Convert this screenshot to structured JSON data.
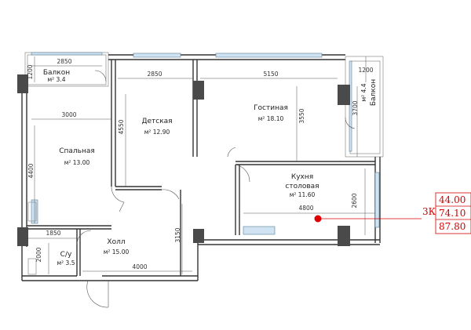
{
  "rooms": [
    {
      "id": "balcony-left",
      "name": "Балкон",
      "area": "м² 3.4"
    },
    {
      "id": "children",
      "name": "Детская",
      "area": "м² 12.90"
    },
    {
      "id": "living",
      "name": "Гостиная",
      "area": "м² 18.10"
    },
    {
      "id": "bedroom",
      "name": "Спальная",
      "area": "м² 13.00"
    },
    {
      "id": "kitchen",
      "name1": "Кухня",
      "name2": "столовая",
      "area": "м² 11.60"
    },
    {
      "id": "hall",
      "name": "Холл",
      "area": "м² 15.00"
    },
    {
      "id": "bathroom",
      "name": "С/у",
      "area": "м² 3.5"
    },
    {
      "id": "balcony-right",
      "name": "Балкон",
      "area": "м² 4.4"
    }
  ],
  "dimensions": {
    "d2850_top": "2850",
    "d1200_left": "1200",
    "d2850_child": "2850",
    "d5150": "5150",
    "d1200_right": "1200",
    "d3000": "3000",
    "d4550": "4550",
    "d3550": "3550",
    "d3700": "3700",
    "d4400": "4400",
    "d2600": "2600",
    "d4800": "4800",
    "d1850": "1850",
    "d3150": "3150",
    "d2000": "2000",
    "d4000": "4000"
  },
  "stats": {
    "label": "3К",
    "value1": "44.00",
    "value2": "74.10",
    "value3": "87.80",
    "color": "#d40000"
  }
}
